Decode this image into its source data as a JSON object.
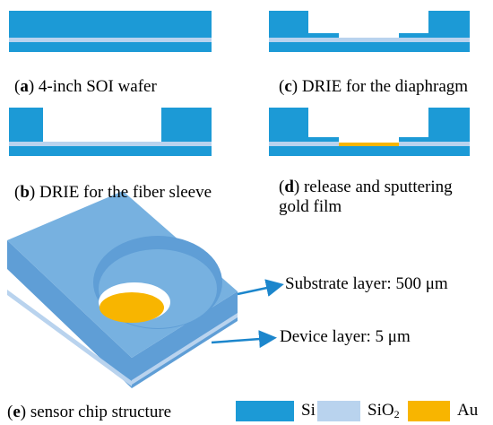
{
  "colors": {
    "si": "#1c9ad6",
    "sio2": "#b9d3ee",
    "au": "#f8b500",
    "chip_top": "#77b1e0",
    "chip_side": "#5f9ed6",
    "arrow": "#1c86cc"
  },
  "panels": {
    "a": {
      "letter": "a",
      "text": "4-inch SOI wafer"
    },
    "b": {
      "letter": "b",
      "text": "DRIE for the fiber sleeve"
    },
    "c": {
      "letter": "c",
      "text": "DRIE for the diaphragm"
    },
    "d": {
      "letter": "d",
      "text": "release and sputtering",
      "text2": "gold film"
    },
    "e": {
      "letter": "e",
      "text": "sensor chip structure"
    }
  },
  "callouts": {
    "substrate": "Substrate layer: 500 μm",
    "device": "Device layer: 5 μm"
  },
  "legend": {
    "si": "Si",
    "sio2_base": "SiO",
    "sio2_sub": "2",
    "au": "Au"
  }
}
